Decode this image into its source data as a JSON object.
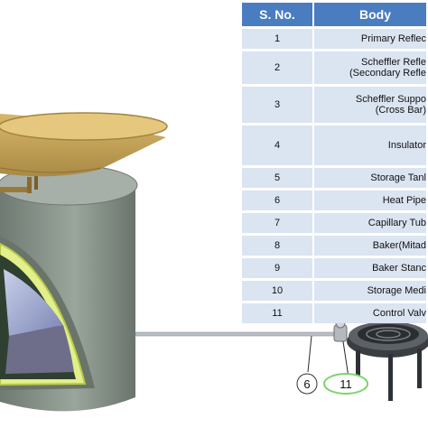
{
  "table": {
    "headers": [
      "S. No.",
      "Body"
    ],
    "rows": [
      {
        "sno": "1",
        "body": [
          "Primary Reflec"
        ]
      },
      {
        "sno": "2",
        "body": [
          "Scheffler Refle",
          "(Secondary Refle"
        ]
      },
      {
        "sno": "3",
        "body": [
          "Scheffler Suppo",
          "(Cross Bar)"
        ]
      },
      {
        "sno": "4",
        "body": [
          "Insulator"
        ]
      },
      {
        "sno": "5",
        "body": [
          "Storage Tanl"
        ]
      },
      {
        "sno": "6",
        "body": [
          "Heat Pipe"
        ]
      },
      {
        "sno": "7",
        "body": [
          "Capillary Tub"
        ]
      },
      {
        "sno": "8",
        "body": [
          "Baker(Mitad"
        ]
      },
      {
        "sno": "9",
        "body": [
          "Baker Stanc"
        ]
      },
      {
        "sno": "10",
        "body": [
          "Storage Medi"
        ]
      },
      {
        "sno": "11",
        "body": [
          "Control Valv"
        ]
      }
    ]
  },
  "callouts": {
    "six": "6",
    "eleven": "11"
  },
  "colors": {
    "header_bg": "#4a7cc0",
    "row_bg": "#dbe4f1",
    "dish": "#c8a55a",
    "tank": "#8a958c",
    "callout_eleven": "#7bd66a"
  }
}
